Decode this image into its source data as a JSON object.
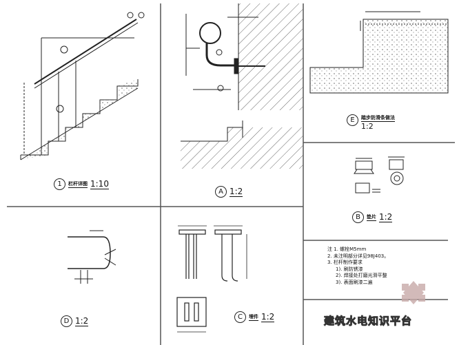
{
  "panels": {
    "detail_1": {
      "marker": "1",
      "title": "栏杆详图",
      "scale": "1:10"
    },
    "detail_a": {
      "marker": "A",
      "scale": "1:2"
    },
    "detail_e": {
      "marker": "E",
      "title": "踏步防滑条做法",
      "scale": "1:2"
    },
    "detail_b": {
      "marker": "B",
      "title": "垫片",
      "scale": "1:2"
    },
    "detail_d": {
      "marker": "D",
      "scale": "1:2"
    },
    "detail_c": {
      "marker": "C",
      "title": "埋件",
      "scale": "1:2"
    }
  },
  "notes": {
    "prefix": "注",
    "lines": [
      "1. 螺栓M5mm",
      "2. 未注明部分详见98J403。",
      "3. 栏杆制作要求"
    ],
    "sub_lines": [
      "1). 刷防锈漆",
      "2). 焊接处打磨光滑平整",
      "3). 表面刷漆二遍"
    ]
  },
  "watermark": "建筑水电知识平台",
  "colors": {
    "line": "#222222",
    "hatch": "#555555",
    "background": "#ffffff"
  }
}
